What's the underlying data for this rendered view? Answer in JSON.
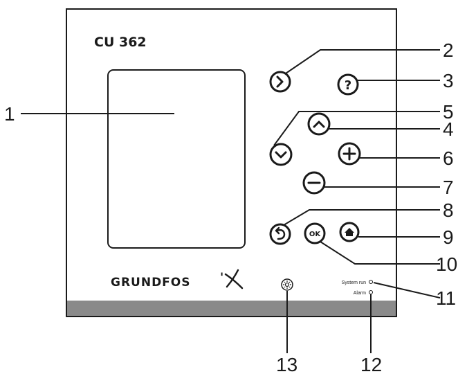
{
  "panel": {
    "model_label": "CU 362",
    "brand_logo": "GRUNDFOS",
    "brand_mark_icon": "grundfos-x-mark",
    "bottom_strip_color": "#8a8a8a"
  },
  "buttons": {
    "right": {
      "icon": "chevron-right-icon"
    },
    "help": {
      "icon": "question-icon",
      "glyph": "?"
    },
    "up": {
      "icon": "chevron-up-icon"
    },
    "down": {
      "icon": "chevron-down-icon"
    },
    "plus": {
      "icon": "plus-icon"
    },
    "minus": {
      "icon": "minus-icon"
    },
    "back": {
      "icon": "back-arrow-icon"
    },
    "ok": {
      "label": "OK"
    },
    "home": {
      "icon": "home-icon"
    }
  },
  "indicators": {
    "system_run": "System run",
    "alarm": "Alarm"
  },
  "callouts": [
    "1",
    "2",
    "3",
    "4",
    "5",
    "6",
    "7",
    "8",
    "9",
    "10",
    "11",
    "12",
    "13"
  ]
}
